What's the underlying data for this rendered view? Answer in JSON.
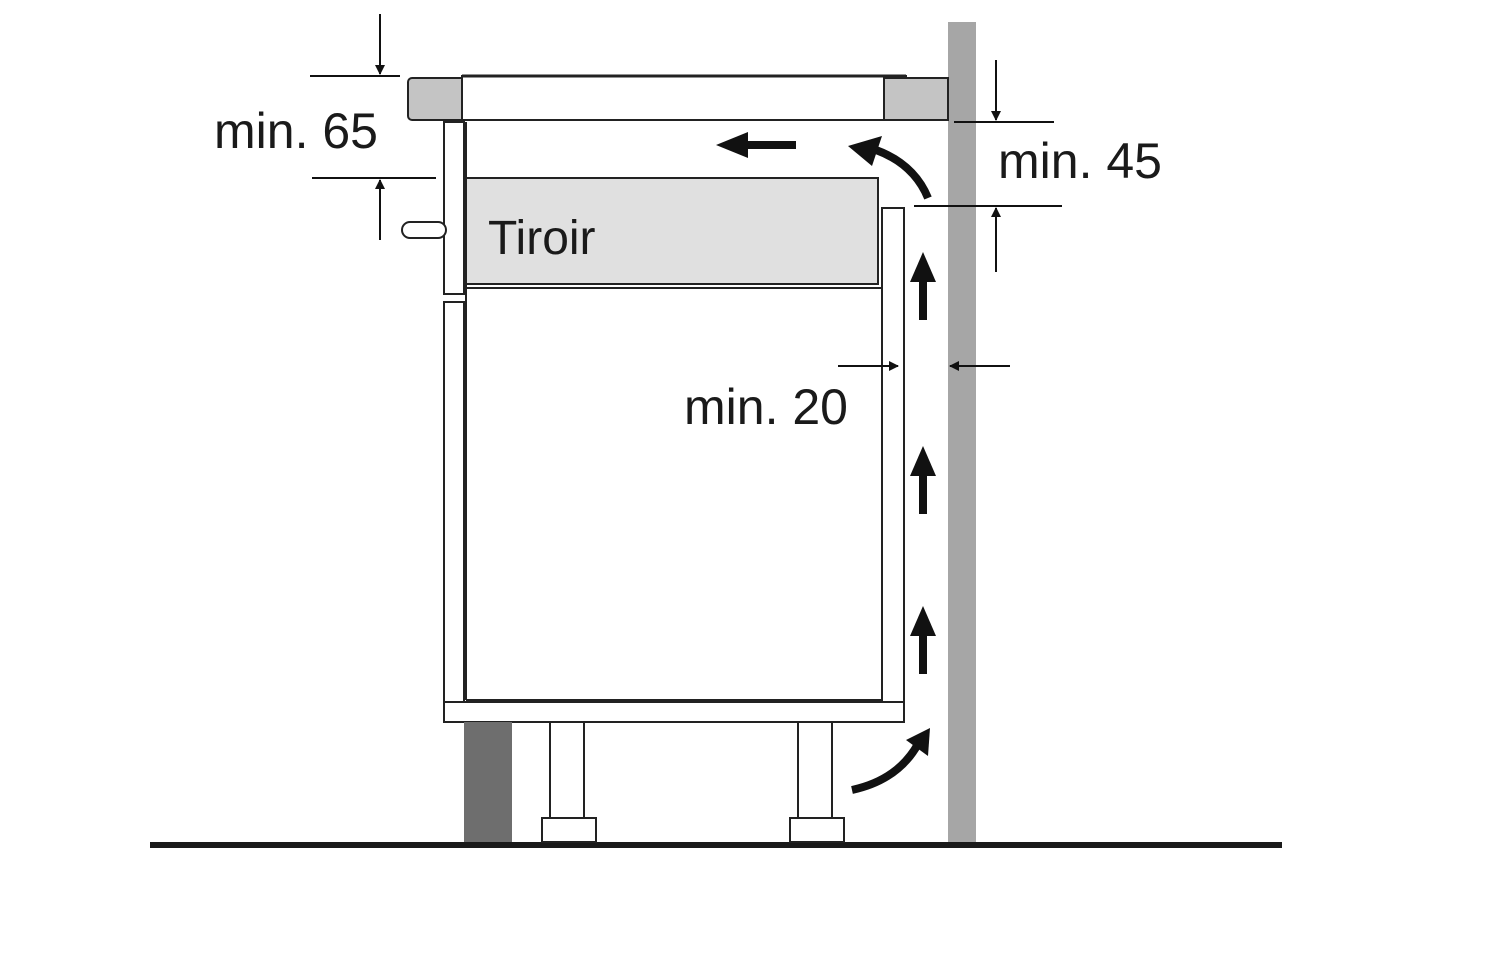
{
  "labels": {
    "min_top_left": "min. 65",
    "min_top_right": "min. 45",
    "min_side": "min. 20",
    "drawer": "Tiroir"
  },
  "colors": {
    "outline": "#222222",
    "wall": "#a6a6a6",
    "hob_edge": "#c4c4c4",
    "drawer_fill": "#e0e0e0",
    "plinth": "#6e6e6e",
    "floor": "#1a1a1a",
    "arrow": "#111111"
  },
  "icons": {
    "airflow": "airflow-arrow-icon",
    "dimension": "dimension-arrow-icon"
  }
}
